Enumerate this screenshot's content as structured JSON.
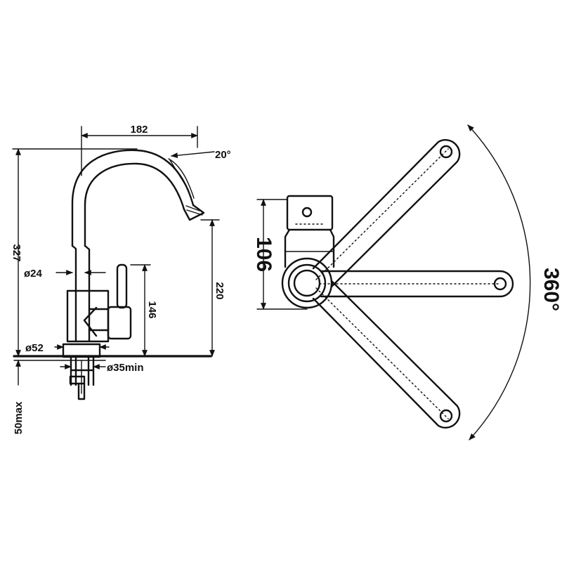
{
  "dimensions": {
    "width_top": "182",
    "spout_angle": "20°",
    "total_height": "327",
    "spout_height": "220",
    "body_height": "146",
    "spout_diameter": "ø24",
    "base_diameter": "ø52",
    "hole_diameter": "ø35min",
    "max_thickness": "50max",
    "handle_height": "106",
    "rotation": "360°"
  },
  "colors": {
    "line": "#111111",
    "background": "#ffffff"
  }
}
